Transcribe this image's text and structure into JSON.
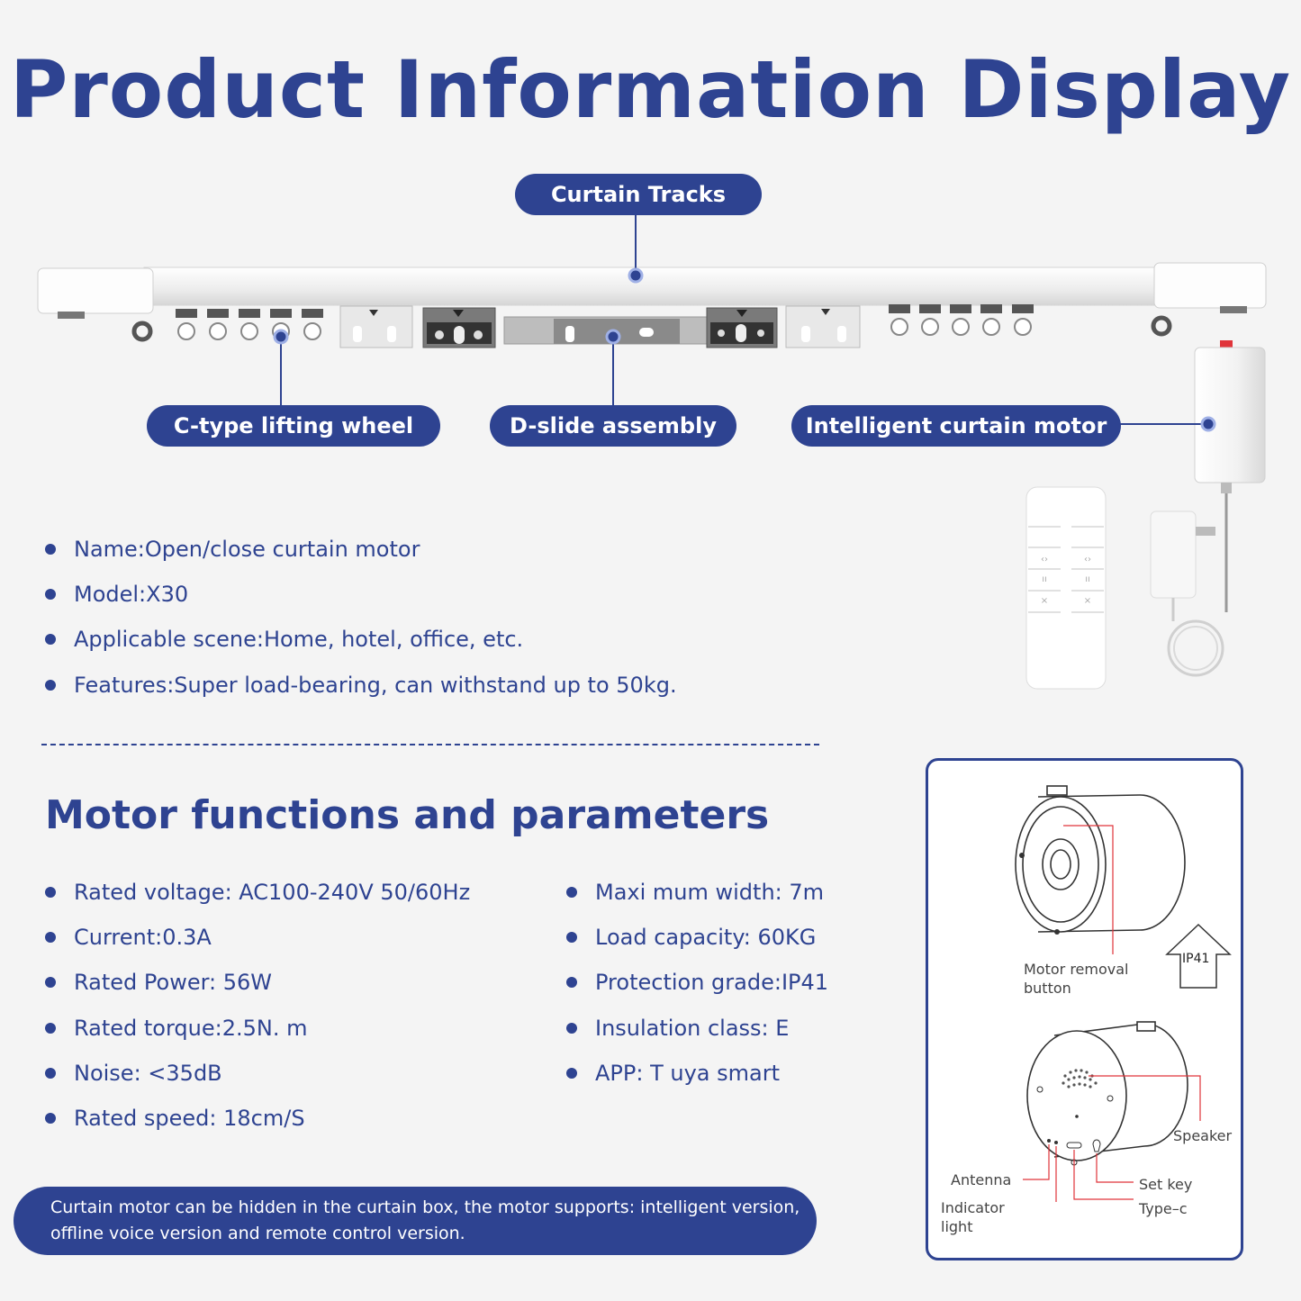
{
  "header": {
    "title": "Product Information Display"
  },
  "callouts": {
    "curtain_tracks": "Curtain Tracks",
    "lifting_wheel": "C-type lifting wheel",
    "d_slide": "D-slide assembly",
    "motor": "Intelligent curtain motor"
  },
  "info": {
    "items": [
      "Name:Open/close curtain motor",
      "Model:X30",
      "Applicable scene:Home, hotel, office, etc.",
      "Features:Super load-bearing, can withstand up to 50kg."
    ]
  },
  "params": {
    "title": "Motor functions and parameters",
    "left": [
      "Rated voltage: AC100-240V 50/60Hz",
      "Current:0.3A",
      "Rated Power: 56W",
      "Rated torque:2.5N. m",
      "Noise: <35dB",
      "Rated speed: 18cm/S"
    ],
    "right": [
      "Maxi mum width: 7m",
      "Load capacity: 60KG",
      "Protection grade:IP41",
      "Insulation class: E",
      "APP: T uya smart"
    ]
  },
  "note": {
    "line1": "Curtain motor can be hidden in the curtain box, the motor supports: intelligent version,",
    "line2": "offline voice version and remote control version."
  },
  "panel": {
    "removal_line1": "Motor removal",
    "removal_line2": "button",
    "ip_badge": "IP41",
    "speaker": "Speaker",
    "antenna": "Antenna",
    "indicator_line1": "Indicator",
    "indicator_line2": "light",
    "set_key": "Set key",
    "type_c": "Type–c"
  },
  "colors": {
    "brand": "#2e4391",
    "accent_red": "#e0343a",
    "background": "#f4f4f4"
  }
}
